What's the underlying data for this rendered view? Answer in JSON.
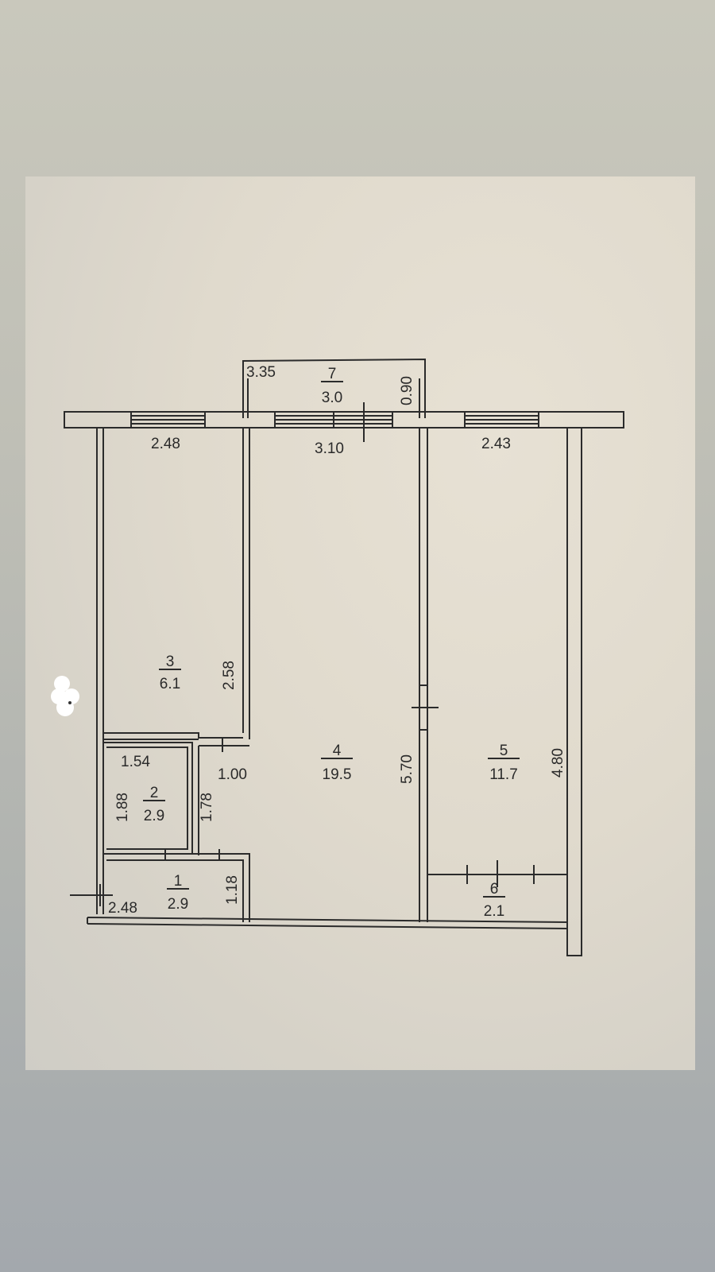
{
  "rooms": [
    {
      "number": "1",
      "area": "2.9"
    },
    {
      "number": "2",
      "area": "2.9"
    },
    {
      "number": "3",
      "area": "6.1"
    },
    {
      "number": "4",
      "area": "19.5"
    },
    {
      "number": "5",
      "area": "11.7"
    },
    {
      "number": "6",
      "area": "2.1"
    },
    {
      "number": "7",
      "area": "3.0"
    }
  ],
  "dimensions": {
    "balcony_left": "3.35",
    "balcony_right": "0.90",
    "room3_width": "2.48",
    "room3_height": "2.58",
    "room4_width": "3.10",
    "room4_height": "5.70",
    "room5_width": "2.43",
    "room5_height": "4.80",
    "room2_width": "1.54",
    "room2_height": "1.88",
    "room2_side": "1.78",
    "corridor_step": "1.00",
    "room1_width": "2.48",
    "room1_height": "1.18"
  }
}
